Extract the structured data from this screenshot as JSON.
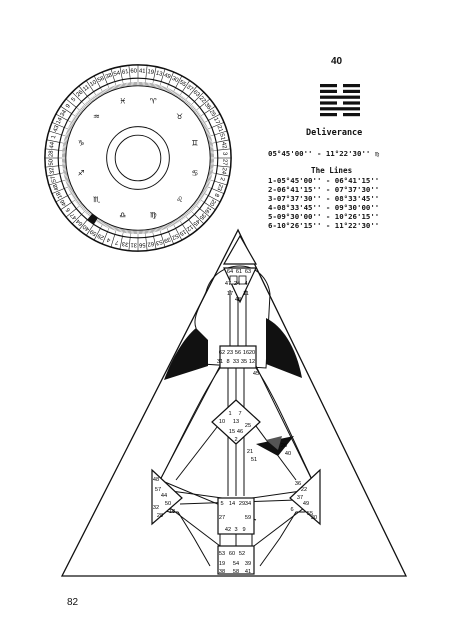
{
  "gate": {
    "number": "40",
    "name": "Deliverance"
  },
  "degrees": {
    "range": "05°45'00'' - 11°22'30''",
    "sign_symbol": "♍"
  },
  "lines_section": {
    "heading": "The Lines",
    "lines": [
      "1-05°45'00'' - 06°41'15''",
      "2-06°41'15'' - 07°37'30''",
      "3-07°37'30'' - 08°33'45''",
      "4-08°33'45'' - 09°30'00''",
      "5-09°30'00'' - 10°26'15''",
      "6-10°26'15'' - 11°22'30''"
    ]
  },
  "hexagram": {
    "lines_top_to_bottom": [
      "broken",
      "broken",
      "solid",
      "broken",
      "solid",
      "broken"
    ]
  },
  "wheel": {
    "gates_clockwise_from_top": [
      "41",
      "19",
      "13",
      "49",
      "30",
      "55",
      "37",
      "63",
      "22",
      "36",
      "25",
      "17",
      "21",
      "51",
      "42",
      "3",
      "27",
      "24",
      "2",
      "23",
      "8",
      "20",
      "16",
      "35",
      "45",
      "12",
      "15",
      "52",
      "39",
      "53",
      "62",
      "56",
      "31",
      "33",
      "7",
      "4",
      "29",
      "59",
      "40",
      "64",
      "47",
      "6",
      "46",
      "18",
      "48",
      "57",
      "32",
      "50",
      "28",
      "44",
      "1",
      "43",
      "14",
      "34",
      "9",
      "5",
      "26",
      "11",
      "10",
      "58",
      "38",
      "54",
      "61",
      "60"
    ],
    "highlighted_gate": "40",
    "zodiac_symbols": [
      "♈",
      "♉",
      "♊",
      "♋",
      "♌",
      "♍",
      "♎",
      "♏",
      "♐",
      "♑",
      "♒",
      "♓"
    ]
  },
  "bodygraph": {
    "head_gates": [
      "64",
      "61",
      "63"
    ],
    "ajna_gates": [
      "47",
      "24",
      "4",
      "17",
      "11",
      "43"
    ],
    "throat_gates": [
      "62",
      "23",
      "56",
      "16",
      "20",
      "31",
      "8",
      "33",
      "35",
      "12",
      "45"
    ],
    "g_gates": [
      "1",
      "7",
      "13",
      "10",
      "25",
      "15",
      "46",
      "2"
    ],
    "heart_gates": [
      "21",
      "51",
      "26",
      "40"
    ],
    "sacral_gates": [
      "5",
      "14",
      "29",
      "34",
      "27",
      "59",
      "42",
      "3",
      "9"
    ],
    "spleen_gates": [
      "48",
      "57",
      "44",
      "50",
      "32",
      "28",
      "18"
    ],
    "solar_plexus_gates": [
      "36",
      "22",
      "37",
      "6",
      "49",
      "55",
      "30"
    ],
    "root_gates": [
      "53",
      "60",
      "52",
      "19",
      "54",
      "39",
      "38",
      "58",
      "41"
    ]
  },
  "page_number": "82"
}
